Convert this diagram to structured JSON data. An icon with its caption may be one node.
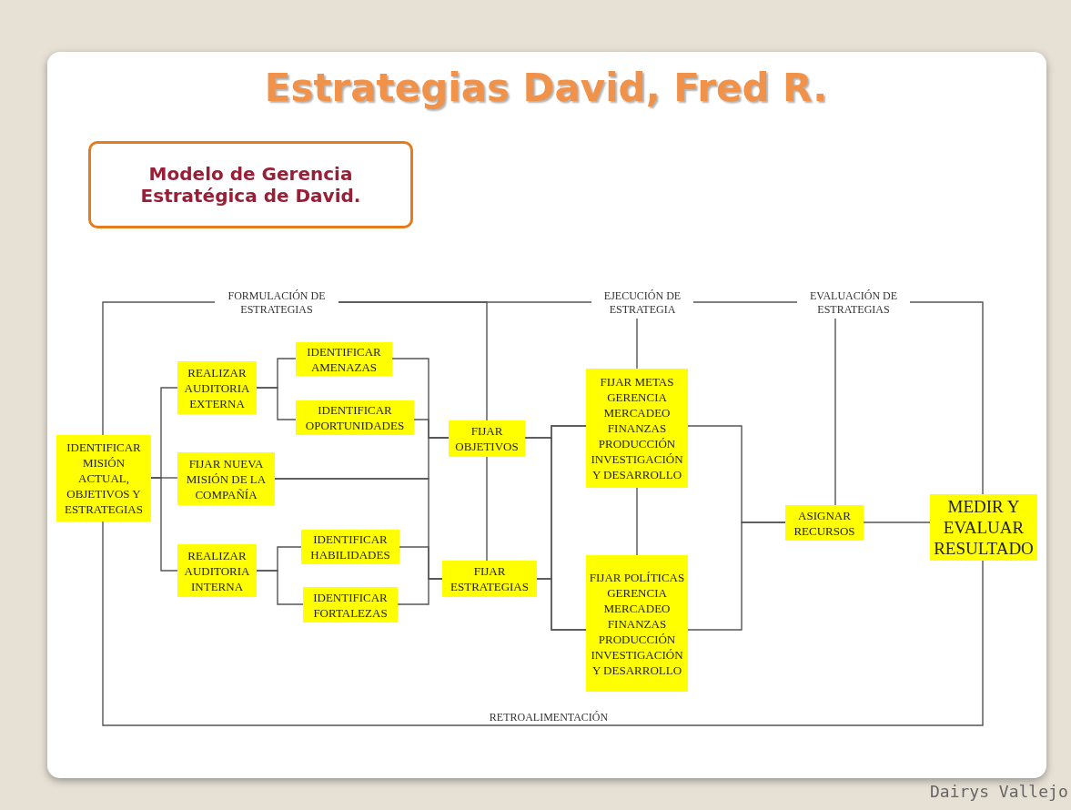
{
  "diagram": {
    "title": "Estrategias David, Fred R.",
    "nodes": [
      {
        "text": [
          "Modelo de Gerencia Estratégica de David."
        ]
      },
      {
        "text": [
          "IDENTIFICAR MISIÓN ACTUAL, OBJETIVOS Y ESTRATEGIAS"
        ]
      },
      {
        "text": [
          "REALIZAR AUDITORIA EXTERNA"
        ]
      },
      {
        "text": [
          "IDENTIFICAR AMENAZAS"
        ]
      },
      {
        "text": [
          "IDENTIFICAR OPORTUNIDADES"
        ]
      },
      {
        "text": [
          "FIJAR NUEVA MISIÓN DE LA COMPAÑÍA"
        ]
      },
      {
        "text": [
          "REALIZAR AUDITORIA INTERNA"
        ]
      },
      {
        "text": [
          "IDENTIFICAR HABILIDADES"
        ]
      },
      {
        "text": [
          "IDENTIFICAR FORTALEZAS"
        ]
      },
      {
        "text": [
          "FIJAR OBJETIVOS"
        ]
      },
      {
        "text": [
          "FIJAR ESTRATEGIAS"
        ]
      },
      {
        "text": [
          "FIJAR METAS GERENCIA MERCADEO FINANZAS PRODUCCIÓN INVESTIGACIÓN Y DESARROLLO"
        ]
      },
      {
        "text": [
          "FIJAR POLÍTICAS GERENCIA MERCADEO FINANZAS PRODUCCIÓN INVESTIGACIÓN Y DESARROLLO"
        ]
      },
      {
        "text": [
          "ASIGNAR RECURSOS"
        ]
      },
      {
        "text": [
          "MEDIR Y EVALUAR RESULTADO"
        ]
      },
      {
        "text": [
          "FORMULACIÓN DE ESTRATEGIAS"
        ]
      },
      {
        "text": [
          "EJECUCIÓN DE ESTRATEGIA"
        ]
      },
      {
        "text": [
          "EVALUACIÓN DE ESTRATEGIAS"
        ]
      }
    ],
    "edges": [
      {
        "from": 1,
        "to": 15,
        "arrow": "none"
      },
      {
        "from": 15,
        "to": 16,
        "arrow": "none"
      },
      {
        "from": 16,
        "to": 17,
        "arrow": "none"
      },
      {
        "from": 17,
        "to": 14,
        "arrow": "none"
      },
      {
        "from": 15,
        "to": 9,
        "arrow": "none"
      },
      {
        "from": 9,
        "to": 10,
        "arrow": "none"
      },
      {
        "from": 16,
        "to": 11,
        "arrow": "none"
      },
      {
        "from": 17,
        "to": 13,
        "arrow": "none"
      },
      {
        "from": 11,
        "to": 12,
        "arrow": "none"
      },
      {
        "from": 1,
        "to": 14,
        "arrow": "none",
        "label": "RETROALIMENTACIÓN"
      },
      {
        "from": 1,
        "to": 2,
        "arrow": "none"
      },
      {
        "from": 1,
        "to": 5,
        "arrow": "none"
      },
      {
        "from": 1,
        "to": 6,
        "arrow": "none"
      },
      {
        "from": 2,
        "to": 3,
        "arrow": "none"
      },
      {
        "from": 2,
        "to": 4,
        "arrow": "none"
      },
      {
        "from": 6,
        "to": 7,
        "arrow": "none"
      },
      {
        "from": 6,
        "to": 8,
        "arrow": "none"
      },
      {
        "from": 3,
        "to": 9,
        "arrow": "none"
      },
      {
        "from": 4,
        "to": 9,
        "arrow": "none"
      },
      {
        "from": 5,
        "to": 9,
        "arrow": "none"
      },
      {
        "from": 5,
        "to": 10,
        "arrow": "none"
      },
      {
        "from": 7,
        "to": 10,
        "arrow": "none"
      },
      {
        "from": 8,
        "to": 10,
        "arrow": "none"
      },
      {
        "from": 9,
        "to": 11,
        "arrow": "none"
      },
      {
        "from": 9,
        "to": 12,
        "arrow": "none"
      },
      {
        "from": 10,
        "to": 11,
        "arrow": "none"
      },
      {
        "from": 10,
        "to": 12,
        "arrow": "none"
      },
      {
        "from": 11,
        "to": 13,
        "arrow": "none"
      },
      {
        "from": 12,
        "to": 13,
        "arrow": "none"
      },
      {
        "from": 13,
        "to": 14,
        "arrow": "none"
      }
    ],
    "labels": [
      "Dairys Vallejo"
    ]
  }
}
